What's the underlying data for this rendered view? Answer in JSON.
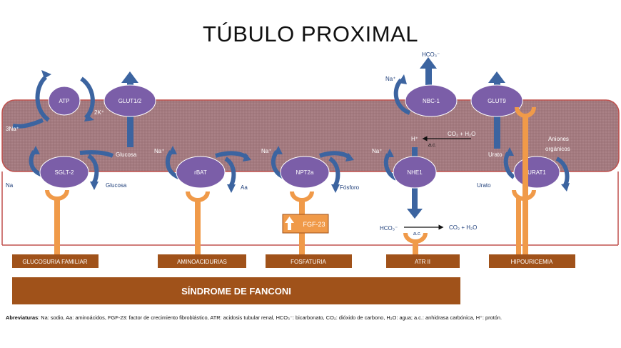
{
  "title": "TÚBULO PROXIMAL",
  "transporters": {
    "atp": "ATP",
    "glut12": "GLUT1/2",
    "sglt2": "SGLT-2",
    "rbat": "rBAT",
    "npt2a": "NPT2a",
    "nbc1": "NBC-1",
    "nhe1": "NHE1",
    "glut9": "GLUT9",
    "urat1": "URAT1"
  },
  "labels": {
    "na3": "3Na⁺",
    "k2": "2K⁺",
    "glucosa": "Glucosa",
    "na": "Na",
    "na_plus": "Na⁺",
    "aa": "Aa",
    "fosforo": "Fósforo",
    "hco3": "HCO₃⁻",
    "h_plus": "H⁺",
    "co2_h2o": "CO₂ + H₂O",
    "ac": "a.c.",
    "urato": "Urato",
    "aniones": "Aniones orgánicos",
    "fgf23": "FGF-23"
  },
  "diseases": {
    "glucosuria": "GLUCOSURIA FAMILIAR",
    "aminoacidurias": "AMINOACIDURIAS",
    "fosfaturia": "FOSFATURIA",
    "atr": "ATR II",
    "hipouricemia": "HIPOURICEMIA",
    "fanconi": "SÍNDROME DE FANCONI"
  },
  "abbreviations": {
    "heading": "Abreviaturas",
    "text": ": Na: sodio, Aa: aminoácidos, FGF-23: factor de crecimiento fibroblástico, ATR: acidosis tubular renal, HCO₃⁻: bicarbonato, CO₂: dióxido de carbono, H₂O: agua; a.c.: anhidrasa carbónica, H⁺: protón."
  },
  "colors": {
    "cell_fill": "#a37a7f",
    "cell_stroke": "#c0504d",
    "transporter": "#7b5ea8",
    "arrow": "#3c64a0",
    "receptor": "#f09a49",
    "disease_box": "#a0521a"
  }
}
